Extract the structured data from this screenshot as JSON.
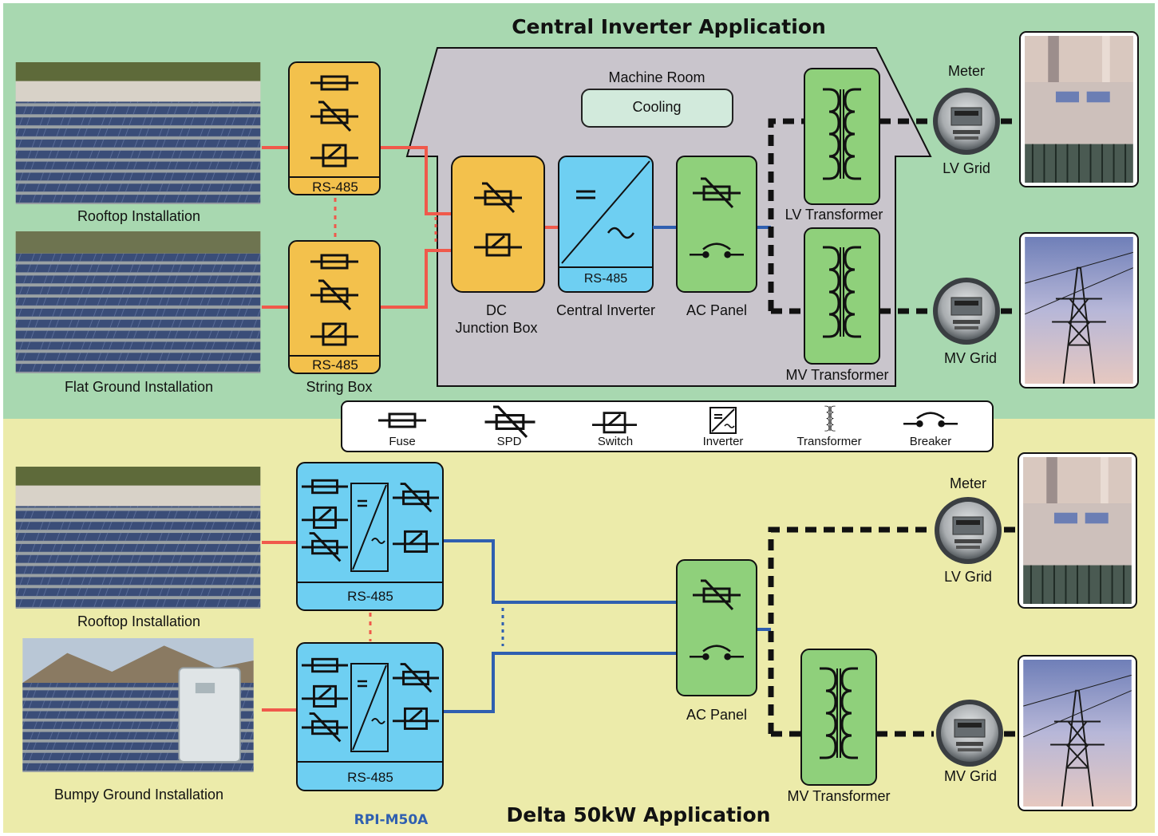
{
  "titles": {
    "top": "Central Inverter Application",
    "bottom": "Delta 50kW Application",
    "model": "RPI-M50A"
  },
  "top": {
    "photo_rooftop": "Rooftop Installation",
    "photo_flat": "Flat Ground Installation",
    "string_box": "String Box",
    "rs485": "RS-485",
    "machine_room": "Machine Room",
    "cooling": "Cooling",
    "dc_junction_line1": "DC",
    "dc_junction_line2": "Junction Box",
    "central_inverter": "Central Inverter",
    "ac_panel": "AC Panel",
    "lv_transformer": "LV Transformer",
    "mv_transformer": "MV Transformer",
    "meter": "Meter",
    "lv_grid": "LV Grid",
    "mv_grid": "MV Grid"
  },
  "legend": {
    "fuse": "Fuse",
    "spd": "SPD",
    "switch": "Switch",
    "inverter": "Inverter",
    "transformer": "Transformer",
    "breaker": "Breaker"
  },
  "bottom": {
    "photo_rooftop": "Rooftop Installation",
    "photo_bumpy": "Bumpy Ground Installation",
    "rs485": "RS-485",
    "ac_panel": "AC Panel",
    "mv_transformer": "MV Transformer",
    "meter": "Meter",
    "lv_grid": "LV Grid",
    "mv_grid": "MV Grid"
  },
  "colors": {
    "top_bg": "#a8d8b0",
    "bottom_bg": "#ecebaa",
    "string_box": "#f3c14c",
    "inverter_blue": "#6ecff2",
    "ac_green": "#8fd07b",
    "dc_line": "#f0594b",
    "ac_line": "#2f5fb0",
    "room": "#c9c5cc"
  }
}
